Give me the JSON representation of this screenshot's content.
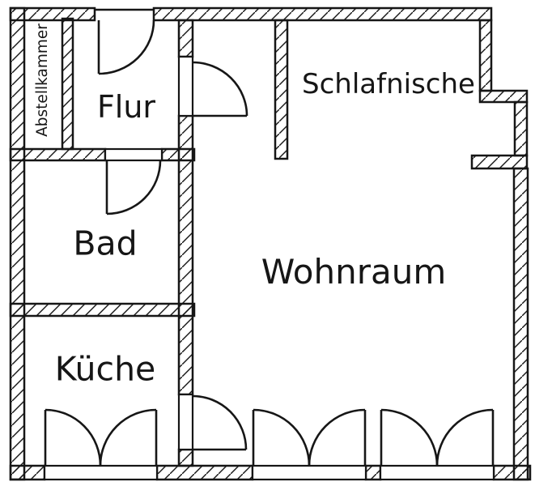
{
  "colors": {
    "line": "#161616",
    "background": "#ffffff"
  },
  "rooms": {
    "abstellkammer": {
      "label": "Abstellkammer"
    },
    "flur": {
      "label": "Flur"
    },
    "bad": {
      "label": "Bad"
    },
    "kueche": {
      "label": "Küche"
    },
    "wohnraum": {
      "label": "Wohnraum"
    },
    "schlafnische": {
      "label": "Schlafnische"
    }
  },
  "features": {
    "doors": [
      {
        "name": "entrance-door",
        "location": "top wall into Flur",
        "swing": "into Flur"
      },
      {
        "name": "flur-wohnraum-door",
        "location": "wall between Flur and Wohnraum",
        "swing": "into Wohnraum"
      },
      {
        "name": "flur-bad-door",
        "location": "wall between Flur and Bad",
        "swing": "into Bad"
      },
      {
        "name": "kueche-wohnraum-door",
        "location": "wall between Küche and Wohnraum",
        "swing": "into Wohnraum"
      }
    ],
    "windows": [
      {
        "name": "kueche-window",
        "location": "bottom wall of Küche",
        "type": "double-casement"
      },
      {
        "name": "wohnraum-window-left",
        "location": "bottom wall of Wohnraum",
        "type": "double-casement"
      },
      {
        "name": "wohnraum-window-right",
        "location": "bottom wall of Wohnraum",
        "type": "double-casement"
      }
    ]
  }
}
